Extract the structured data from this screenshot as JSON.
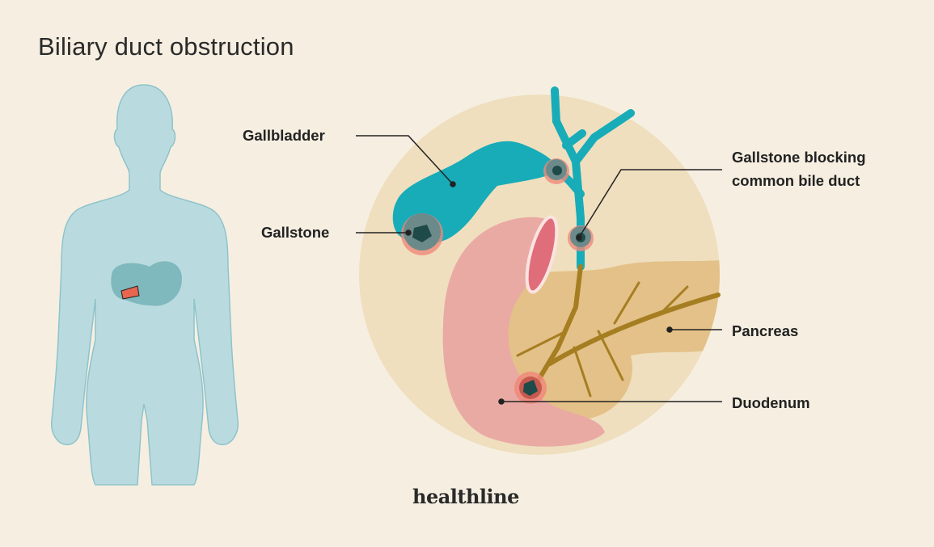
{
  "title": "Biliary duct obstruction",
  "labels": {
    "gallbladder": "Gallbladder",
    "gallstone": "Gallstone",
    "blocking_line1": "Gallstone blocking",
    "blocking_line2": "common bile duct",
    "pancreas": "Pancreas",
    "duodenum": "Duodenum"
  },
  "logo": "healthline",
  "colors": {
    "background": "#f6efe1",
    "circle": "#efdfbf",
    "body": "#b9dbe0",
    "gallbladder": "#17acb8",
    "duodenum": "#eaaaa4",
    "pancreas": "#e3c188",
    "duct": "#a67e22",
    "stone": "#1f4a4a",
    "highlight": "#ef8a7a"
  }
}
